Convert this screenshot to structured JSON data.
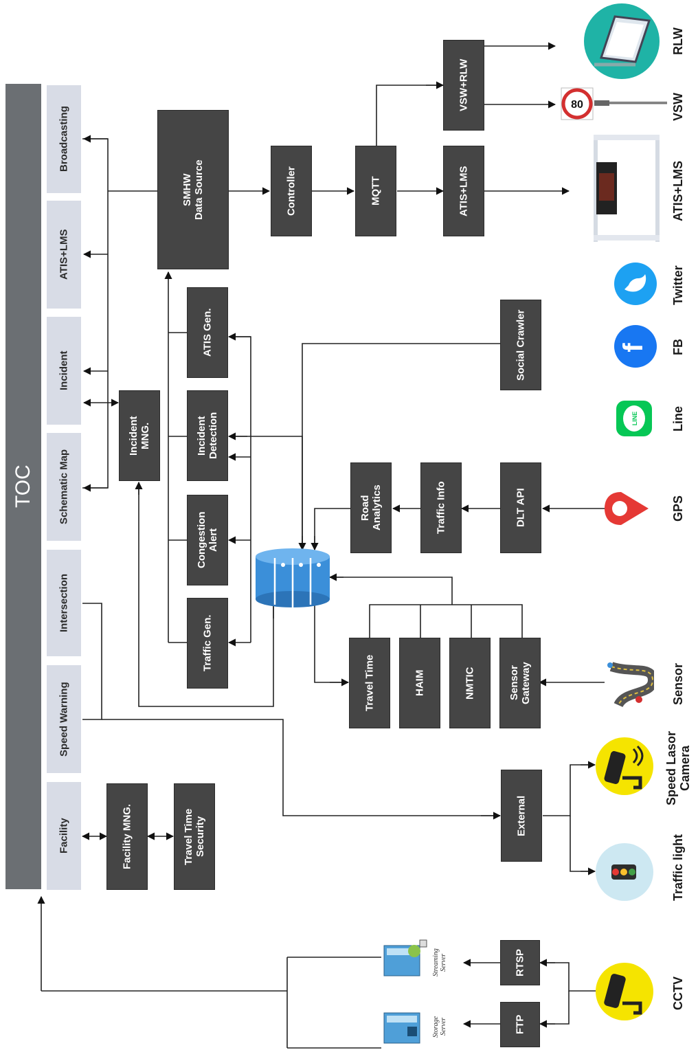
{
  "toc": {
    "title": "TOC"
  },
  "modules": [
    {
      "id": "facility",
      "label": "Facility"
    },
    {
      "id": "speed-warning",
      "label": "Speed Warning"
    },
    {
      "id": "intersection",
      "label": "Intersection"
    },
    {
      "id": "schematic-map",
      "label": "Schematic Map"
    },
    {
      "id": "incident",
      "label": "Incident"
    },
    {
      "id": "atis-lms",
      "label": "ATIS+LMS"
    },
    {
      "id": "broadcasting",
      "label": "Broadcasting"
    }
  ],
  "boxes": {
    "facility_mng": "Facility MNG.",
    "travel_time_security": "Travel Time\nSecurity",
    "incident_mng": "Incident\nMNG.",
    "traffic_gen": "Traffic Gen.",
    "congestion_alert": "Congestion\nAlert",
    "incident_detection": "Incident\nDetection",
    "atis_gen": "ATIS Gen.",
    "smhw": "SMHW\nData Source",
    "controller": "Controller",
    "mqtt": "MQTT",
    "atis_lms_out": "ATIS+LMS",
    "vsw_rlw": "VSW+RLW",
    "social_crawler": "Social Crawler",
    "road_analytics": "Road\nAnalytics",
    "traffic_info": "Traffic Info",
    "dlt_api": "DLT API",
    "travel_time": "Travel Time",
    "haim": "HAIM",
    "nmtic": "NMTIC",
    "sensor_gateway": "Sensor\nGateway",
    "external": "External",
    "rtsp": "RTSP",
    "ftp": "FTP"
  },
  "devices": {
    "rlw": "RLW",
    "vsw": "VSW",
    "atis_lms": "ATIS+LMS",
    "twitter": "Twitter",
    "fb": "FB",
    "line": "Line",
    "gps": "GPS",
    "sensor": "Sensor",
    "speed_laser_camera": "Speed Lasor\nCamera",
    "traffic_light": "Traffic light",
    "cctv": "CCTV",
    "streaming_server": "Streaming\nServer",
    "storage_server": "Storage\nServer"
  },
  "icon_text": {
    "speed_sign": "80",
    "line_logo": "LINE",
    "fb_logo": "f"
  },
  "colors": {
    "dark_box": "#454545",
    "light_box": "#d8dce6",
    "toc_bar": "#6b6f73",
    "twitter": "#1da1f2",
    "facebook": "#1877f2",
    "line": "#06c755",
    "gps_pin": "#e53935",
    "camera_bg": "#f5e400",
    "database": "#3b8fd9"
  }
}
